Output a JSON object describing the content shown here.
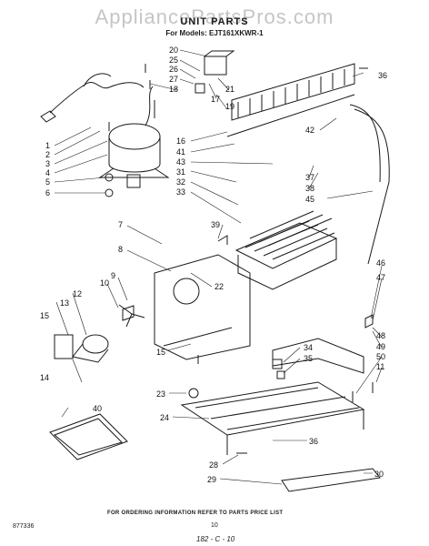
{
  "watermark": "AppliancePartsPros.com",
  "title": "UNIT PARTS",
  "subtitle": "For Models: EJT161XKWR-1",
  "callouts": [
    "20",
    "25",
    "26",
    "27",
    "18",
    "19",
    "21",
    "17",
    "36",
    "42",
    "16",
    "41",
    "43",
    "37",
    "38",
    "31",
    "32",
    "33",
    "45",
    "39",
    "46",
    "47",
    "48",
    "49",
    "50",
    "11",
    "1",
    "2",
    "3",
    "4",
    "5",
    "6",
    "7",
    "8",
    "9",
    "22",
    "10",
    "12",
    "13",
    "15",
    "14",
    "40",
    "34",
    "35",
    "15",
    "23",
    "24",
    "36",
    "28",
    "29",
    "30"
  ],
  "footer": {
    "doc_number": "877336",
    "note": "FOR ORDERING INFORMATION REFER TO PARTS PRICE LIST",
    "page": "10",
    "code": "182 - C - 10"
  }
}
